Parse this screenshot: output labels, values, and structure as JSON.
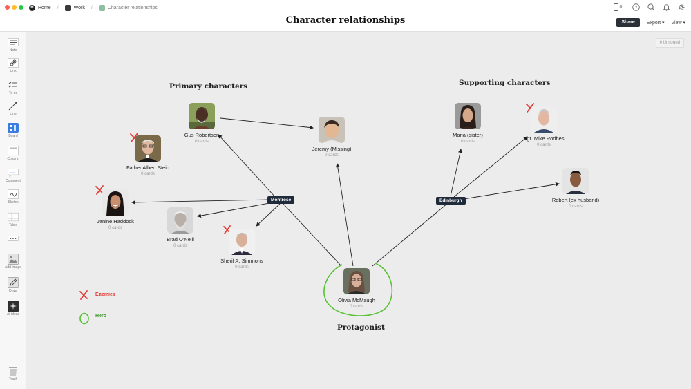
{
  "breadcrumbs": [
    {
      "label": "Home"
    },
    {
      "label": "Work"
    },
    {
      "label": "Character relationships"
    }
  ],
  "board_title": "Character relationships",
  "header": {
    "device_count": "0",
    "share_label": "Share",
    "export_label": "Export",
    "view_label": "View"
  },
  "toolbar": {
    "note": "Note",
    "link": "Link",
    "todo": "To-do",
    "line": "Line",
    "board": "Board",
    "column": "Column",
    "comment": "Comment",
    "sketch": "Sketch",
    "table": "Table",
    "add_image": "Add image",
    "draw": "Draw",
    "ai_ideas": "AI ideas",
    "trash": "Trash"
  },
  "unsorted": {
    "count": "0",
    "label": "Unsorted"
  },
  "sections": {
    "primary": "Primary characters",
    "supporting": "Supporting characters",
    "protagonist": "Protagonist"
  },
  "locations": {
    "montrose": "Montrose",
    "edinburgh": "Edinburgh"
  },
  "characters": {
    "gus": {
      "name": "Gus Robertson",
      "cards": "0 cards"
    },
    "jeremy": {
      "name": "Jeremy (Missing)",
      "cards": "0 cards"
    },
    "albert": {
      "name": "Father Albert Stein",
      "cards": "0 cards"
    },
    "janine": {
      "name": "Janine Haddock",
      "cards": "0 cards"
    },
    "brad": {
      "name": "Brad O'Neill",
      "cards": "0 cards"
    },
    "sherif": {
      "name": "Sherif A. Simmons",
      "cards": "0 cards"
    },
    "olivia": {
      "name": "Olivia McMaugh",
      "cards": "0 cards"
    },
    "maria": {
      "name": "Maria (sister)",
      "cards": "0 cards"
    },
    "mike": {
      "name": "Sgt. Mike Rodhes",
      "cards": "0 cards"
    },
    "robert": {
      "name": "Robert (ex husband)",
      "cards": "0 cards"
    }
  },
  "legend": {
    "enemies": "Enemies",
    "hero": "Hero"
  },
  "colors": {
    "enemy": "#e53935",
    "hero": "#57c234",
    "location_tag": "#1f2a3a",
    "share_button": "#2b2f36",
    "board_icon": "#3b7ce0"
  }
}
